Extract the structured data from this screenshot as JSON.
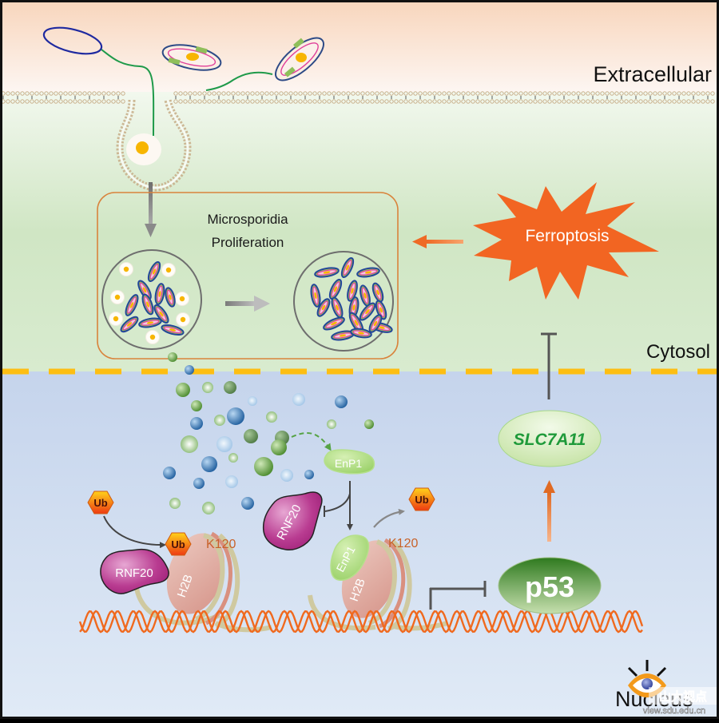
{
  "regions": {
    "extracellular": "Extracellular",
    "cytosol": "Cytosol",
    "nucleus": "Nucleus"
  },
  "proliferation_box": {
    "title_line1": "Microsporidia",
    "title_line2": "Proliferation"
  },
  "ferroptosis": {
    "label": "Ferroptosis"
  },
  "genes": {
    "slc7a11": "SLC7A11",
    "p53": "p53"
  },
  "proteins": {
    "rnf20": "RNF20",
    "enp1": "EnP1",
    "h2b": "H2B",
    "ub": "Ub",
    "k120": "K120"
  },
  "watermark": {
    "cn_text": "山大视点",
    "url_text": "view.sdu.edu.cn"
  },
  "colors": {
    "extracellular_top": "#f8d9c2",
    "extracellular_bottom": "#fdf6f2",
    "cytosol_top": "#eef6e8",
    "cytosol_bottom": "#d2e6c6",
    "nucleus_top": "#c6d5ec",
    "nucleus_bottom": "#e1ebf6",
    "ferroptosis_orange": "#f26522",
    "dna_orange": "#f0691e",
    "box_orange": "#d9833c",
    "nuclear_envelope": "#fdbe13",
    "rnf20_magenta": "#b0338c",
    "enp1_green": "#a8d878",
    "p53_green": "#4f8f33",
    "slc7a11_text": "#1f9a3a",
    "k120_text": "#c8622a",
    "inhibit_gray": "#505050"
  }
}
